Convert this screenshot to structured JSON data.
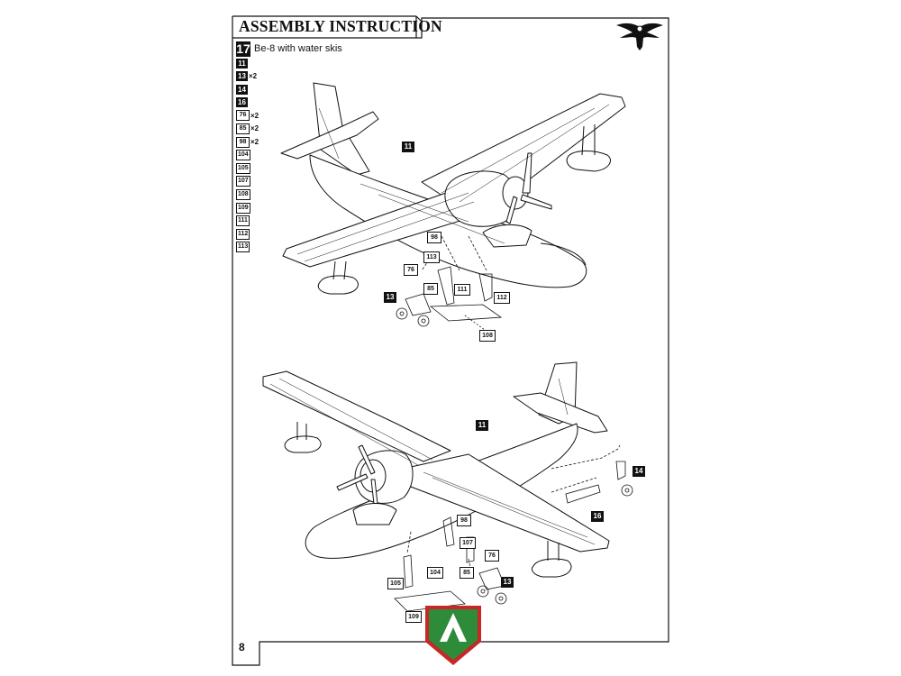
{
  "header": {
    "title": "ASSEMBLY INSTRUCTION"
  },
  "step": {
    "number": "17",
    "title": "Be-8 with water skis"
  },
  "parts_list": [
    {
      "part": "11",
      "qty": "",
      "style": "dark"
    },
    {
      "part": "13",
      "qty": "×2",
      "style": "dark"
    },
    {
      "part": "14",
      "qty": "",
      "style": "dark"
    },
    {
      "part": "16",
      "qty": "",
      "style": "dark"
    },
    {
      "part": "76",
      "qty": "×2",
      "style": "light"
    },
    {
      "part": "85",
      "qty": "×2",
      "style": "light"
    },
    {
      "part": "98",
      "qty": "×2",
      "style": "light"
    },
    {
      "part": "104",
      "qty": "",
      "style": "light"
    },
    {
      "part": "105",
      "qty": "",
      "style": "light"
    },
    {
      "part": "107",
      "qty": "",
      "style": "light"
    },
    {
      "part": "108",
      "qty": "",
      "style": "light"
    },
    {
      "part": "109",
      "qty": "",
      "style": "light"
    },
    {
      "part": "111",
      "qty": "",
      "style": "light"
    },
    {
      "part": "112",
      "qty": "",
      "style": "light"
    },
    {
      "part": "113",
      "qty": "",
      "style": "light"
    }
  ],
  "top_view_callouts": {
    "c11": "11",
    "c98": "98",
    "c113": "113",
    "c76": "76",
    "c13": "13",
    "c85": "85",
    "c111": "111",
    "c112": "112",
    "c108": "108"
  },
  "bottom_view_callouts": {
    "c11": "11",
    "c14": "14",
    "c16": "16",
    "c98": "98",
    "c107": "107",
    "c76": "76",
    "c105": "105",
    "c104": "104",
    "c85": "85",
    "c13": "13",
    "c109": "109"
  },
  "footer": {
    "page_number": "8"
  },
  "colors": {
    "ink": "#111111",
    "logo_green": "#2e8b3a",
    "logo_red": "#c62828",
    "paper": "#ffffff"
  },
  "icons": {
    "eagle": "eagle-emblem-icon",
    "logo": "modelsvit-logo-icon"
  }
}
